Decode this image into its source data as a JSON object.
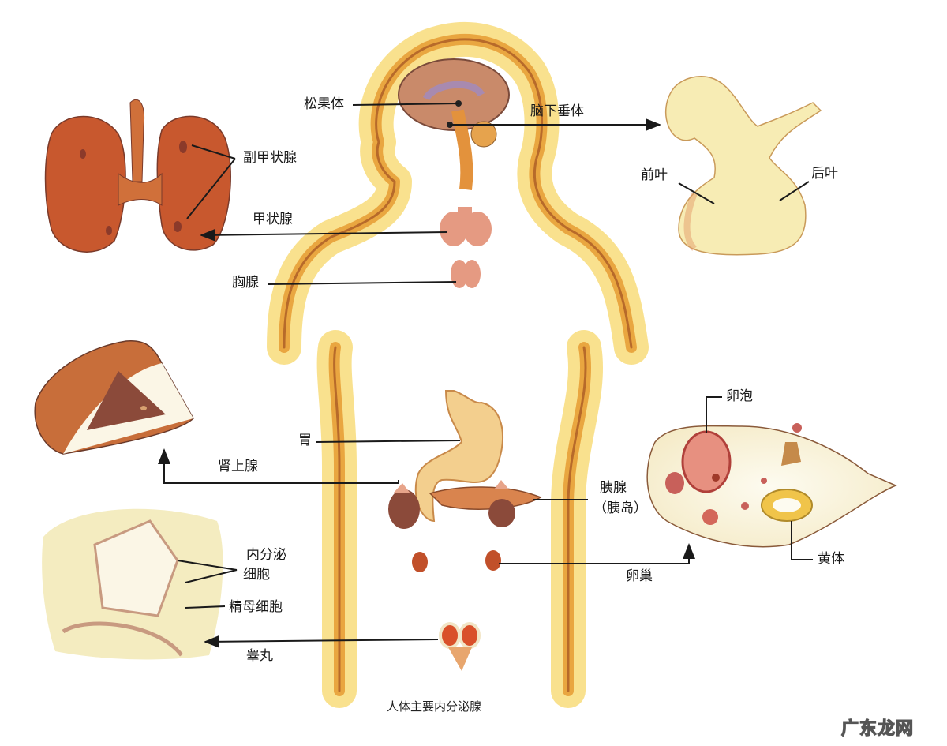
{
  "caption": "人体主要内分泌腺",
  "watermark": "广东龙网",
  "labels": {
    "pineal": "松果体",
    "pituitary": "脑下垂体",
    "anterior_lobe": "前叶",
    "posterior_lobe": "后叶",
    "parathyroid": "副甲状腺",
    "thyroid": "甲状腺",
    "thymus": "胸腺",
    "stomach": "胃",
    "adrenal": "肾上腺",
    "pancreas": "胰腺",
    "pancreas_islet": "（胰岛）",
    "follicle": "卵泡",
    "corpus_luteum": "黄体",
    "ovary": "卵巢",
    "endocrine_cells_1": "内分泌",
    "endocrine_cells_2": "细胞",
    "spermatocyte": "精母细胞",
    "testis": "睾丸"
  },
  "colors": {
    "body_outline": "#e9a640",
    "body_glow": "#f8dc7a",
    "organ_red": "#c8582e",
    "organ_brown": "#8b4a3a",
    "pale_yellow": "#f7ecb4",
    "leader_line": "#1a1a1a"
  }
}
